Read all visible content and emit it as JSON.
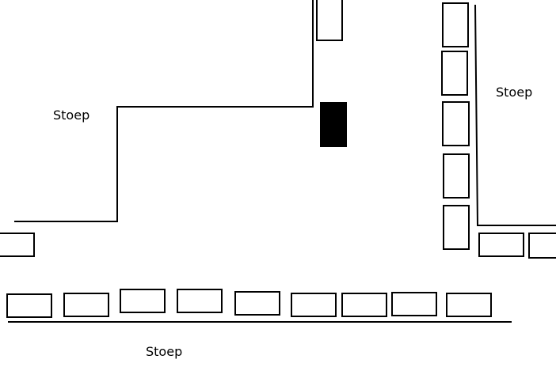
{
  "labels": {
    "top_left": "Stoep",
    "top_right": "Stoep",
    "bottom": "Stoep"
  },
  "colors": {
    "line": "#000000",
    "background": "#ffffff",
    "highlight_car": "#000000"
  }
}
